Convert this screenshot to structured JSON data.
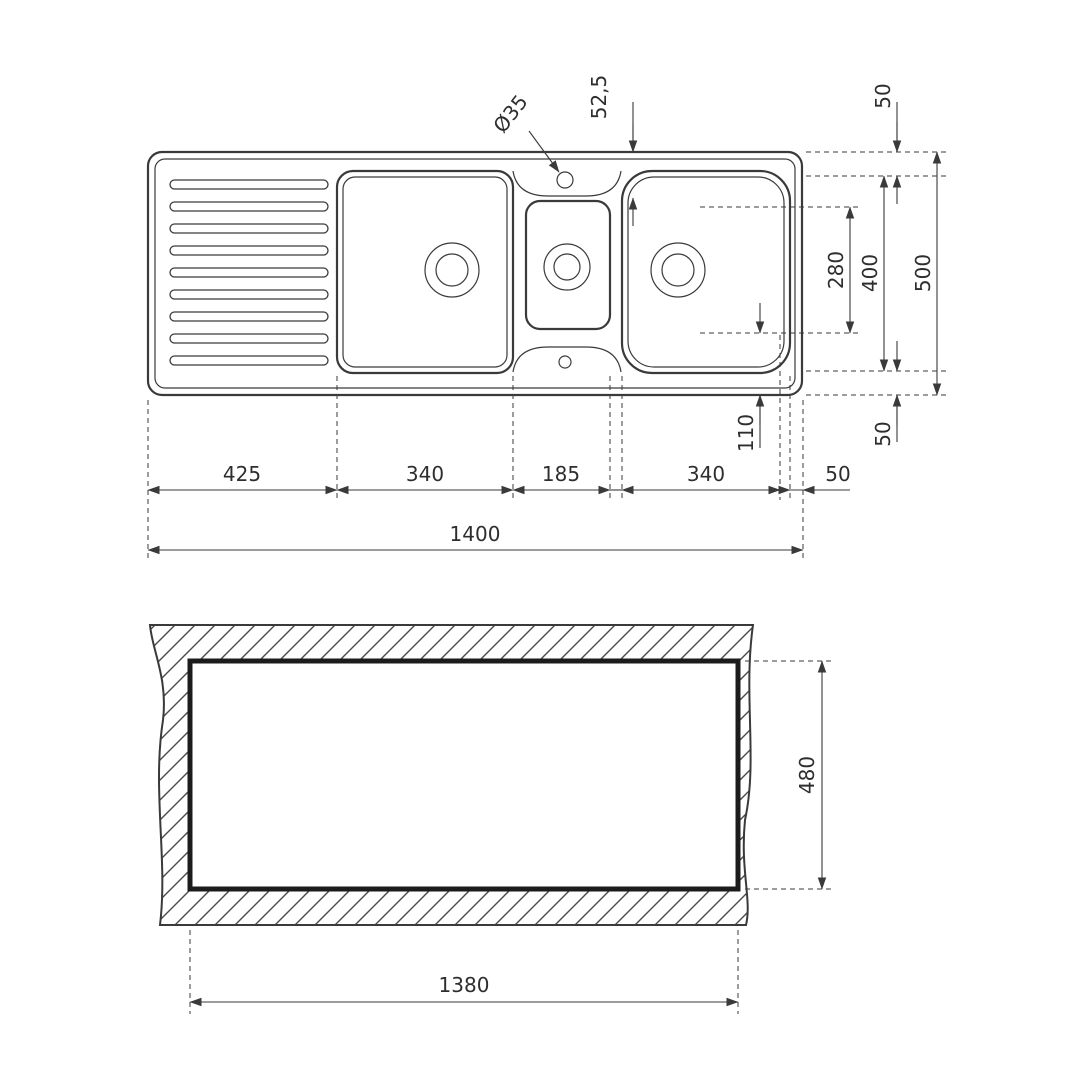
{
  "dims": {
    "top_view": {
      "drainboard_width": "425",
      "left_bowl_width": "340",
      "middle_bowl_width": "185",
      "right_bowl_width": "340",
      "right_edge_offset": "50",
      "overall_width": "1400",
      "top_edge_offset": "50",
      "inner_depth": "400",
      "overall_depth": "500",
      "bottom_edge_offset": "50",
      "right_bowl_depth": "280",
      "drain_offset": "110",
      "tap_hole_offset": "52,5",
      "tap_hole_diameter": "Ø35"
    },
    "cutout_view": {
      "cutout_width": "1380",
      "cutout_height": "480"
    }
  }
}
